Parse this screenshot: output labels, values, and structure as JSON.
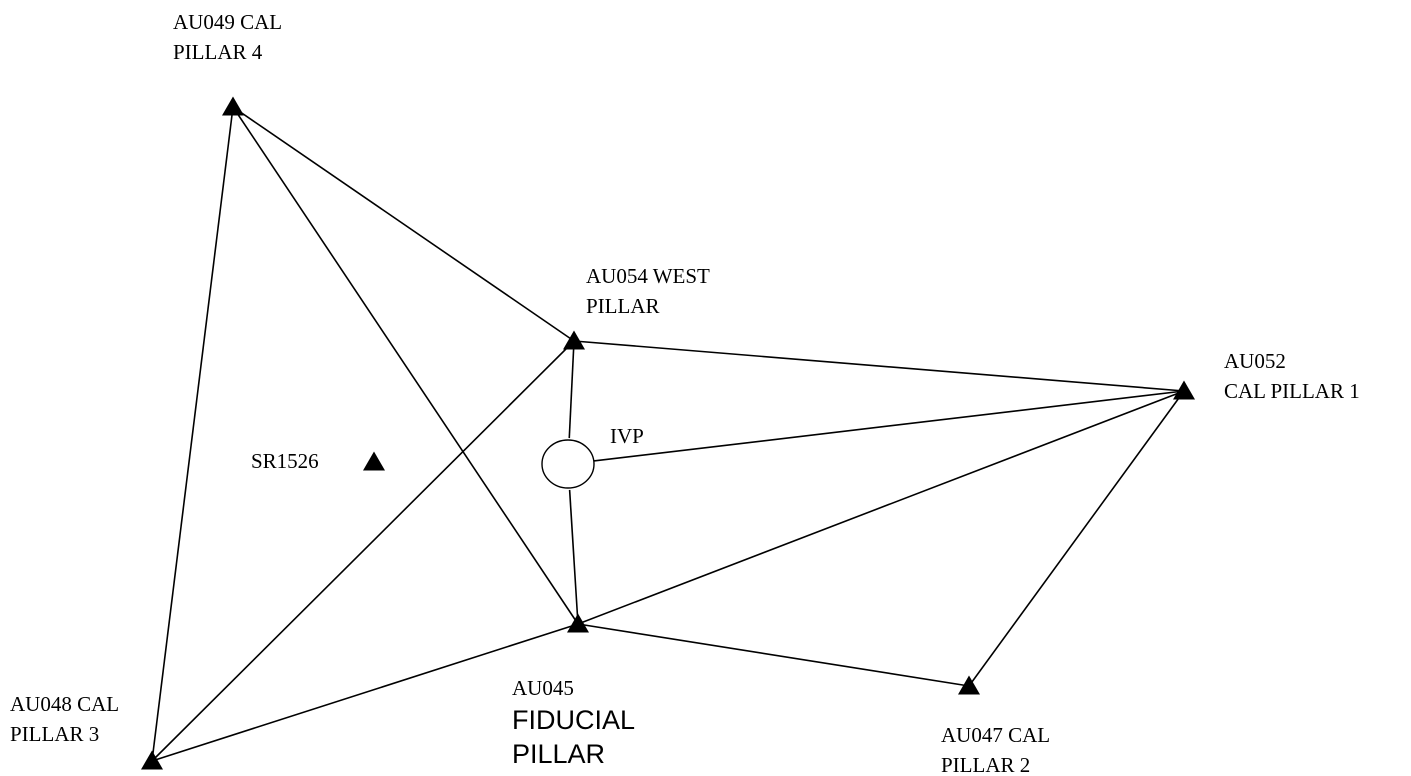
{
  "diagram": {
    "stations": [
      {
        "id": "AU049",
        "label_lines": [
          "AU049 CAL",
          "PILLAR 4"
        ]
      },
      {
        "id": "AU054",
        "label_lines": [
          "AU054 WEST",
          "PILLAR"
        ]
      },
      {
        "id": "AU052",
        "label_lines": [
          "AU052",
          "CAL PILLAR 1"
        ]
      },
      {
        "id": "SR1526",
        "label_lines": [
          "SR1526"
        ]
      },
      {
        "id": "IVP",
        "label_lines": [
          "IVP"
        ]
      },
      {
        "id": "AU045",
        "label_lines": [
          "AU045",
          "FIDUCIAL",
          "PILLAR"
        ]
      },
      {
        "id": "AU048",
        "label_lines": [
          "AU048 CAL",
          "PILLAR 3"
        ]
      },
      {
        "id": "AU047",
        "label_lines": [
          "AU047 CAL",
          "PILLAR 2"
        ]
      }
    ],
    "connections": [
      [
        "AU049",
        "AU054"
      ],
      [
        "AU049",
        "AU048"
      ],
      [
        "AU049",
        "AU045"
      ],
      [
        "AU054",
        "AU052"
      ],
      [
        "AU054",
        "AU048"
      ],
      [
        "AU054",
        "IVP"
      ],
      [
        "IVP",
        "AU052"
      ],
      [
        "IVP",
        "AU045"
      ],
      [
        "AU045",
        "AU052"
      ],
      [
        "AU045",
        "AU048"
      ],
      [
        "AU045",
        "AU047"
      ],
      [
        "AU047",
        "AU052"
      ]
    ]
  }
}
